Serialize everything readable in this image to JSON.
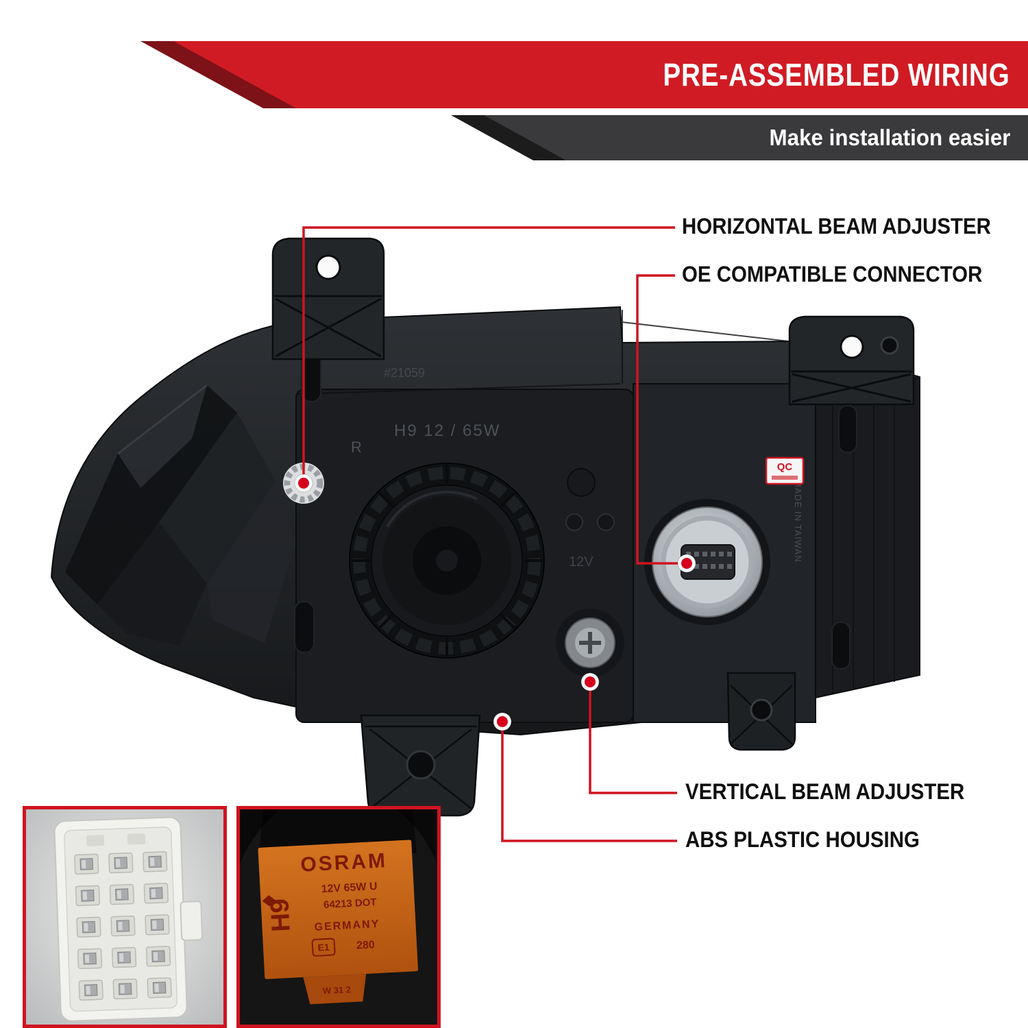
{
  "page": {
    "background": "#ffffff",
    "accent_red": "#cf1420"
  },
  "banner": {
    "title": "PRE-ASSEMBLED WIRING",
    "subtitle": "Make installation easier",
    "red": "#d01b24",
    "dark_gray": "#3a3a3c",
    "maroon": "#7d1218"
  },
  "callouts": [
    {
      "label": "HORIZONTAL BEAM ADJUSTER"
    },
    {
      "label": "OE COMPATIBLE CONNECTOR"
    },
    {
      "label": "VERTICAL BEAM ADJUSTER"
    },
    {
      "label": "ABS PLASTIC HOUSING"
    }
  ],
  "headlight_markings": {
    "mold_number": "#21059",
    "bulb_spec": "H9 12 / 65W",
    "direction": "R",
    "voltage": "12V",
    "origin": "MADE IN TAIWAN",
    "qc": "QC"
  },
  "bulb_label": {
    "brand": "OSRAM",
    "type": "H9",
    "spec": "12V 65W U",
    "part": "64213 DOT",
    "country": "GERMANY",
    "approval_mark": "E1",
    "approval_num": "280",
    "code": "W 31 2"
  }
}
